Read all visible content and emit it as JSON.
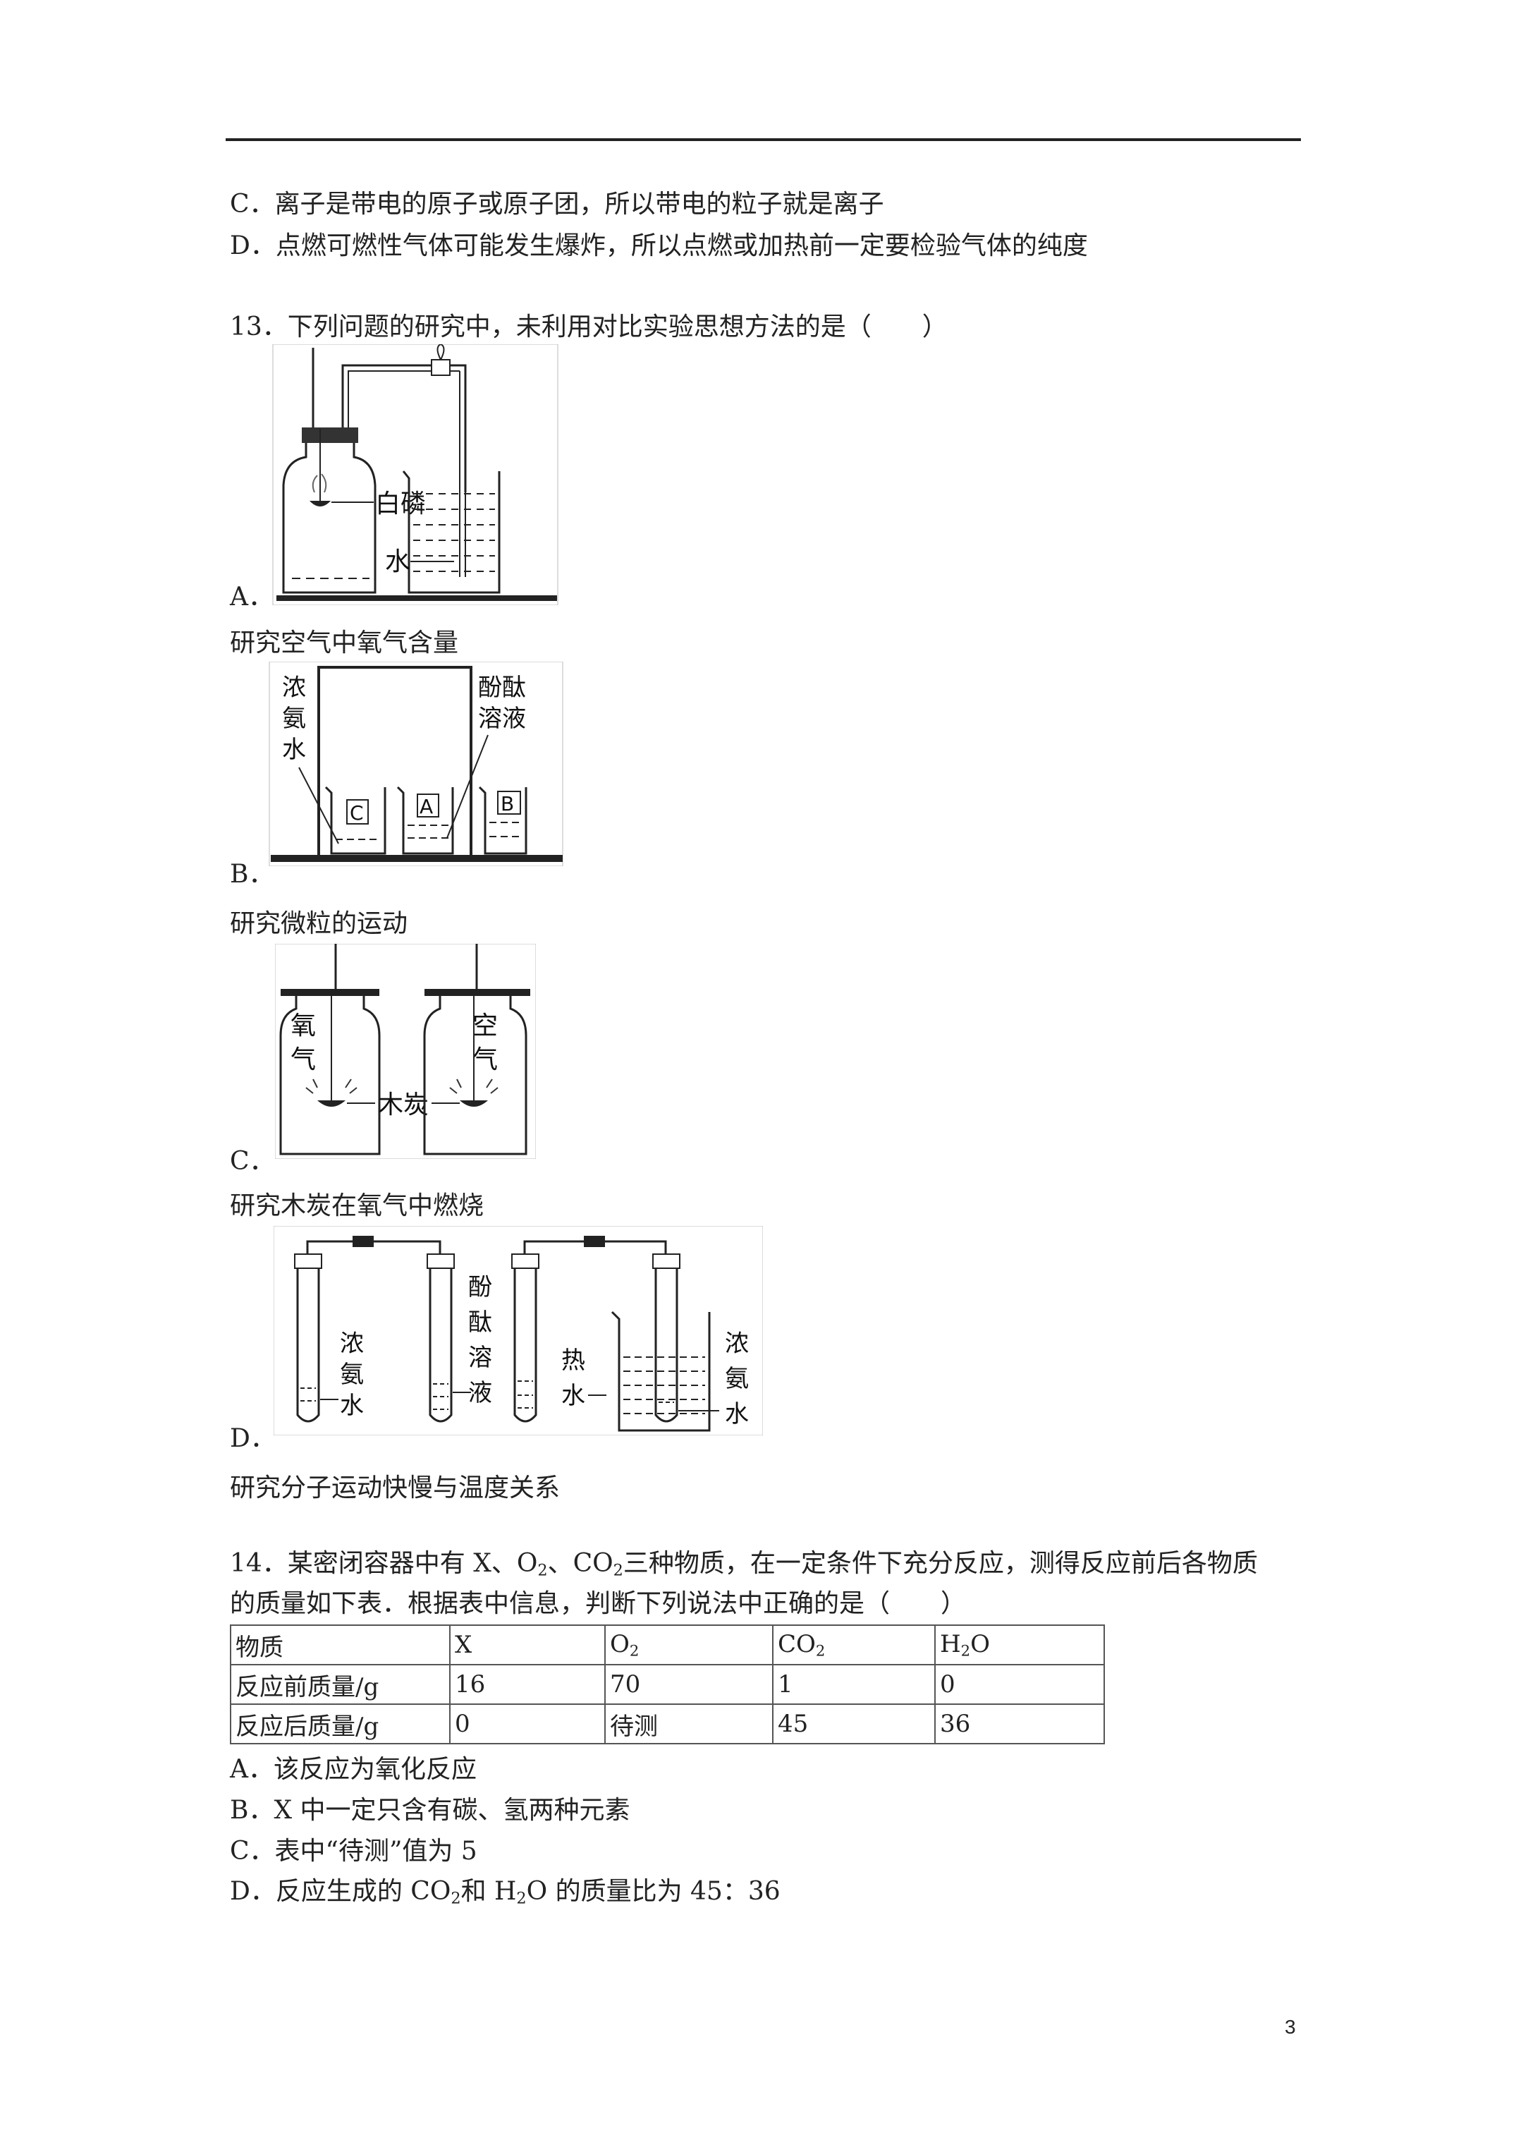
{
  "page": {
    "page_number": "3"
  },
  "q12": {
    "option_c": "C．离子是带电的原子或原子团，所以带电的粒子就是离子",
    "option_d": "D．点燃可燃性气体可能发生爆炸，所以点燃或加热前一定要检验气体的纯度"
  },
  "q13": {
    "stem": "13．下列问题的研究中，未利用对比实验思想方法的是（　　）",
    "options": [
      {
        "letter": "A．",
        "caption": "研究空气中氧气含量",
        "figure_labels": {
          "phosphorus": "白磷",
          "water": "水"
        }
      },
      {
        "letter": "B．",
        "caption": "研究微粒的运动",
        "figure_labels": {
          "left_label": [
            "浓",
            "氨",
            "水"
          ],
          "right_label": [
            "酚酞",
            "溶液"
          ],
          "beakers": [
            "C",
            "A",
            "B"
          ]
        }
      },
      {
        "letter": "C．",
        "caption": "研究木炭在氧气中燃烧",
        "figure_labels": {
          "left_bottle": [
            "氧",
            "气"
          ],
          "right_bottle": [
            "空",
            "气"
          ],
          "charcoal": "木炭"
        }
      },
      {
        "letter": "D．",
        "caption": "研究分子运动快慢与温度关系",
        "figure_labels": {
          "ammonia_1": [
            "浓",
            "氨",
            "水"
          ],
          "phenol": [
            "酚",
            "酞",
            "溶",
            "液"
          ],
          "hot_water": [
            "热",
            "水"
          ],
          "ammonia_2": [
            "浓",
            "氨",
            "水"
          ]
        }
      }
    ]
  },
  "q14": {
    "stem_line1_a": "14．某密闭容器中有 X、O",
    "stem_line1_b": "、CO",
    "stem_line1_c": "三种物质，在一定条件下充分反应，测得反应前后各物质",
    "stem_line2": "的质量如下表．根据表中信息，判断下列说法中正确的是（　　）",
    "sub2": "2",
    "table": {
      "headers": [
        "物质",
        "X",
        "O",
        "CO",
        "H",
        "O"
      ],
      "row_before": [
        "反应前质量/g",
        "16",
        "70",
        "1",
        "0"
      ],
      "row_after": [
        "反应后质量/g",
        "0",
        "待测",
        "45",
        "36"
      ]
    },
    "option_a": "A．该反应为氧化反应",
    "option_b": "B．X 中一定只含有碳、氢两种元素",
    "option_c": "C．表中“待测”值为 5",
    "option_d_a": "D．反应生成的 CO",
    "option_d_b": "和 H",
    "option_d_c": "O 的质量比为 45：36"
  }
}
